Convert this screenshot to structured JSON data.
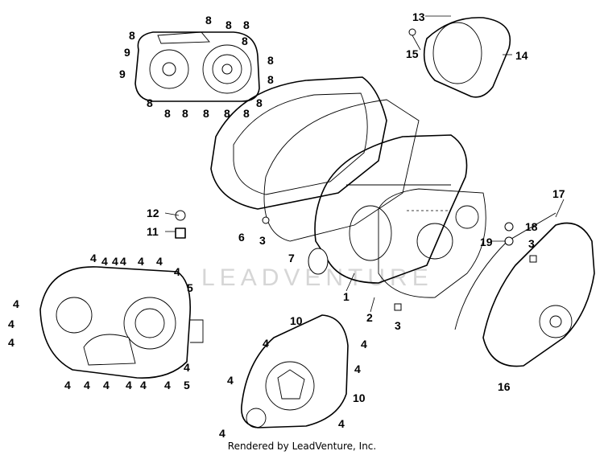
{
  "callouts": [
    {
      "label": "8"
    },
    {
      "label": "8"
    },
    {
      "label": "8"
    },
    {
      "label": "8"
    },
    {
      "label": "8"
    },
    {
      "label": "9"
    },
    {
      "label": "9"
    },
    {
      "label": "8"
    },
    {
      "label": "8"
    },
    {
      "label": "8"
    },
    {
      "label": "8"
    },
    {
      "label": "8"
    },
    {
      "label": "8"
    },
    {
      "label": "8"
    },
    {
      "label": "8"
    },
    {
      "label": "8"
    },
    {
      "label": "13"
    },
    {
      "label": "15"
    },
    {
      "label": "14"
    },
    {
      "label": "12"
    },
    {
      "label": "11"
    },
    {
      "label": "6"
    },
    {
      "label": "3"
    },
    {
      "label": "7"
    },
    {
      "label": "17"
    },
    {
      "label": "18"
    },
    {
      "label": "19"
    },
    {
      "label": "3"
    },
    {
      "label": "4"
    },
    {
      "label": "4"
    },
    {
      "label": "4"
    },
    {
      "label": "4"
    },
    {
      "label": "4"
    },
    {
      "label": "4"
    },
    {
      "label": "4"
    },
    {
      "label": "4"
    },
    {
      "label": "5"
    },
    {
      "label": "4"
    },
    {
      "label": "4"
    },
    {
      "label": "4"
    },
    {
      "label": "4"
    },
    {
      "label": "4"
    },
    {
      "label": "4"
    },
    {
      "label": "4"
    },
    {
      "label": "4"
    },
    {
      "label": "4"
    },
    {
      "label": "5"
    },
    {
      "label": "1"
    },
    {
      "label": "2"
    },
    {
      "label": "3"
    },
    {
      "label": "16"
    },
    {
      "label": "10"
    },
    {
      "label": "4"
    },
    {
      "label": "4"
    },
    {
      "label": "4"
    },
    {
      "label": "4"
    },
    {
      "label": "10"
    },
    {
      "label": "4"
    },
    {
      "label": "4"
    }
  ],
  "watermark": "LEADVENTURE",
  "footer": "Rendered by LeadVenture, Inc."
}
